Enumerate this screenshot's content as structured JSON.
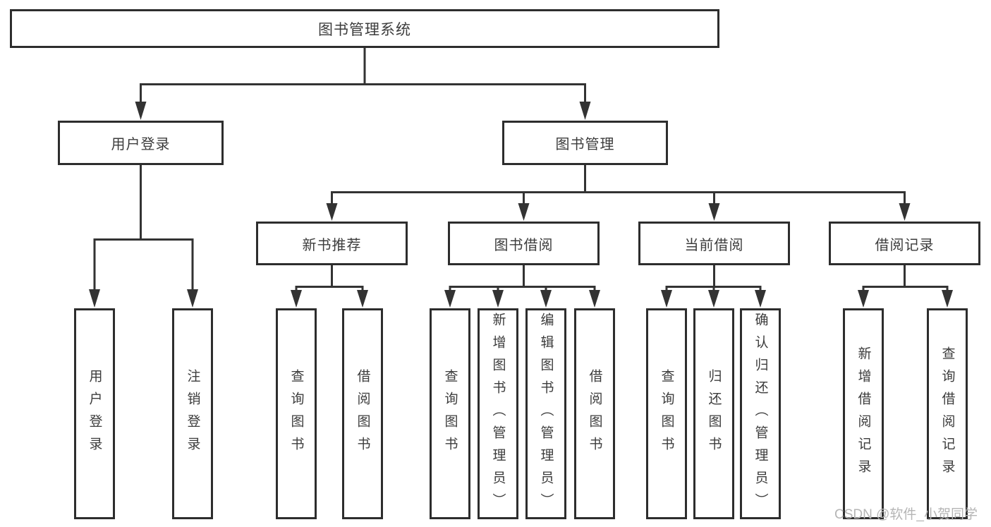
{
  "diagram": {
    "root": {
      "label": "图书管理系统"
    },
    "level2": [
      {
        "label": "用户登录"
      },
      {
        "label": "图书管理"
      }
    ],
    "level3": [
      {
        "label": "新书推荐"
      },
      {
        "label": "图书借阅"
      },
      {
        "label": "当前借阅"
      },
      {
        "label": "借阅记录"
      }
    ],
    "leaves": {
      "user_login": [
        "用户登录",
        "注销登录"
      ],
      "new_book_recommend": [
        "查询图书",
        "借阅图书"
      ],
      "book_borrow": [
        "查询图书",
        "新增图书（管理员）",
        "编辑图书（管理员）",
        "借阅图书"
      ],
      "current_borrow": [
        "查询图书",
        "归还图书",
        "确认归还（管理员）"
      ],
      "borrow_records": [
        "新增借阅记录",
        "查询借阅记录"
      ]
    },
    "colors": {
      "line": "#333333",
      "box_border": "#2d2d2d",
      "text": "#3c3c3c",
      "watermark_text": "#b5b5b5",
      "background": "#ffffff"
    }
  },
  "watermark": {
    "text": "CSDN @软件_小贺同学"
  }
}
